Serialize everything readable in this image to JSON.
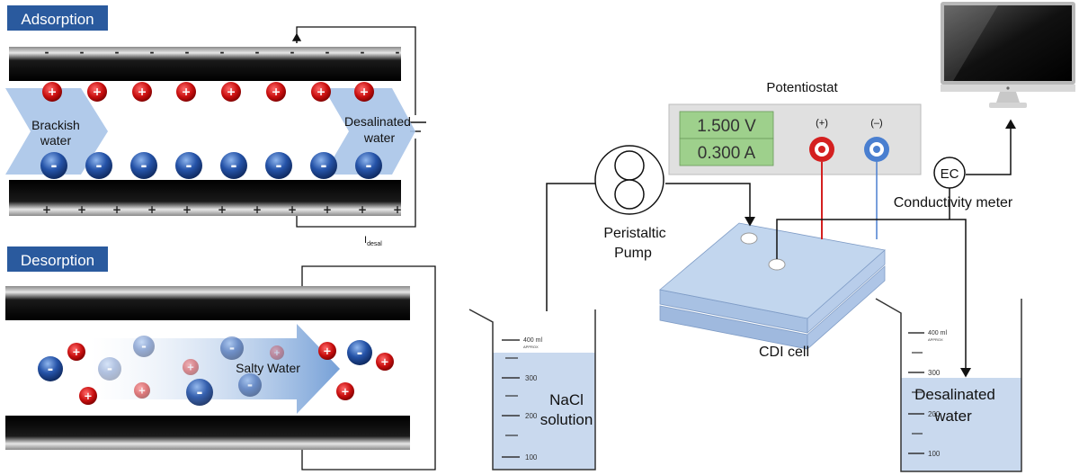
{
  "adsorption": {
    "title": "Adsorption",
    "inlet_label": [
      "Brackish",
      "water"
    ],
    "outlet_label": [
      "Desalinated",
      "water"
    ],
    "current_label": "I",
    "current_subscript": "desal",
    "top_plate_sign": "-",
    "bottom_plate_sign": "+",
    "cation_sign": "+",
    "anion_sign": "-"
  },
  "desorption": {
    "title": "Desorption",
    "flow_label": "Salty Water"
  },
  "setup": {
    "potentiostat": {
      "title": "Potentiostat",
      "voltage": "1.500 V",
      "current": "0.300 A",
      "positive_terminal": "(+)",
      "negative_terminal": "(–)"
    },
    "pump_label": [
      "Peristaltic",
      "Pump"
    ],
    "ec_label": "EC",
    "conductivity_label": "Conductivity meter",
    "cell_label": "CDI cell",
    "left_beaker": {
      "content": [
        "NaCl",
        "solution"
      ],
      "capacity_mark": "400 ml",
      "approx_mark": "APPROX",
      "scale": [
        "300",
        "200",
        "100"
      ]
    },
    "right_beaker": {
      "content": [
        "Desalinated",
        "water"
      ],
      "capacity_mark": "400 ml",
      "approx_mark": "APPROX",
      "scale": [
        "300",
        "200",
        "100"
      ]
    }
  },
  "colors": {
    "title_bg": "#2a5a9e",
    "plate": "#111111",
    "cation": "#cc1111",
    "anion": "#1a3f8a",
    "flow_arrow": "#a9c4e8",
    "lcd": "#9ed08c",
    "panel": "#e0e0e0",
    "positive_wire": "#d42020",
    "negative_wire": "#4a7fd0",
    "cell": "#c2d6ee",
    "water": "#c9d9ee"
  }
}
